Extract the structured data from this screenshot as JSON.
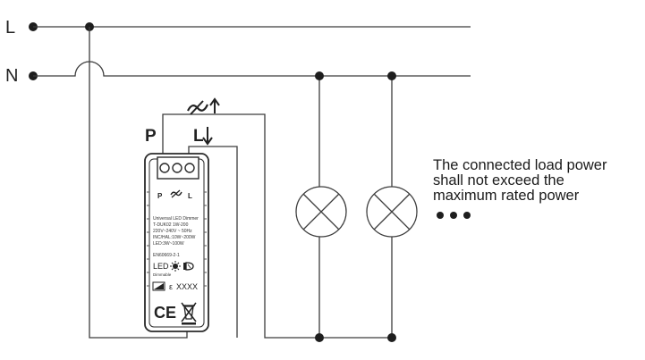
{
  "terminals": {
    "line": "L",
    "neutral": "N"
  },
  "device_terminals": {
    "p_top": "P",
    "l_top": "L",
    "p": "P",
    "l": "L"
  },
  "device_text": {
    "line1": "Universal LED Dimmer",
    "line2": "T-DUK02 1W-200",
    "line3": "220V~240V ~   50Hz",
    "line4": "INC/HAL:10W~200W",
    "line5": "LED:3W~100W",
    "standard": "EN60669-2-1",
    "led_label": "LED",
    "dimmable_label": "Dimmable",
    "code_prefix": "ε",
    "code": "XXXX",
    "ce": "CE"
  },
  "note": {
    "line1": "The connected load power",
    "line2": "shall not exceed the",
    "line3": "maximum rated power"
  },
  "colors": {
    "wire": "#3c3c3c",
    "node": "#1e1e1e",
    "text": "#222222"
  }
}
